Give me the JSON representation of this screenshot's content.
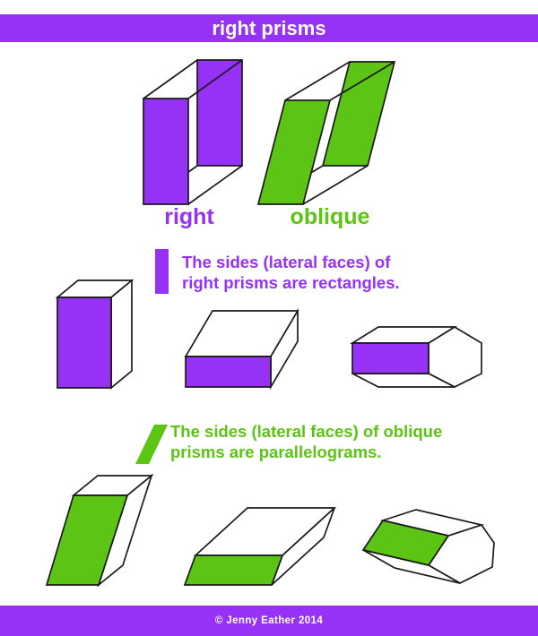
{
  "colors": {
    "purple": "#9632f5",
    "green": "#5cc414",
    "line": "#1a1a1a",
    "paper": "#ffffff"
  },
  "header": {
    "title": "right prisms"
  },
  "examples": {
    "right_label": "right",
    "oblique_label": "oblique"
  },
  "right_section": {
    "line1": "The sides (lateral faces) of",
    "line2": "right prisms are rectangles."
  },
  "oblique_section": {
    "line1": "The sides (lateral faces) of oblique",
    "line2": "prisms are parallelograms."
  },
  "footer": {
    "copyright": "© Jenny Eather 2014"
  }
}
